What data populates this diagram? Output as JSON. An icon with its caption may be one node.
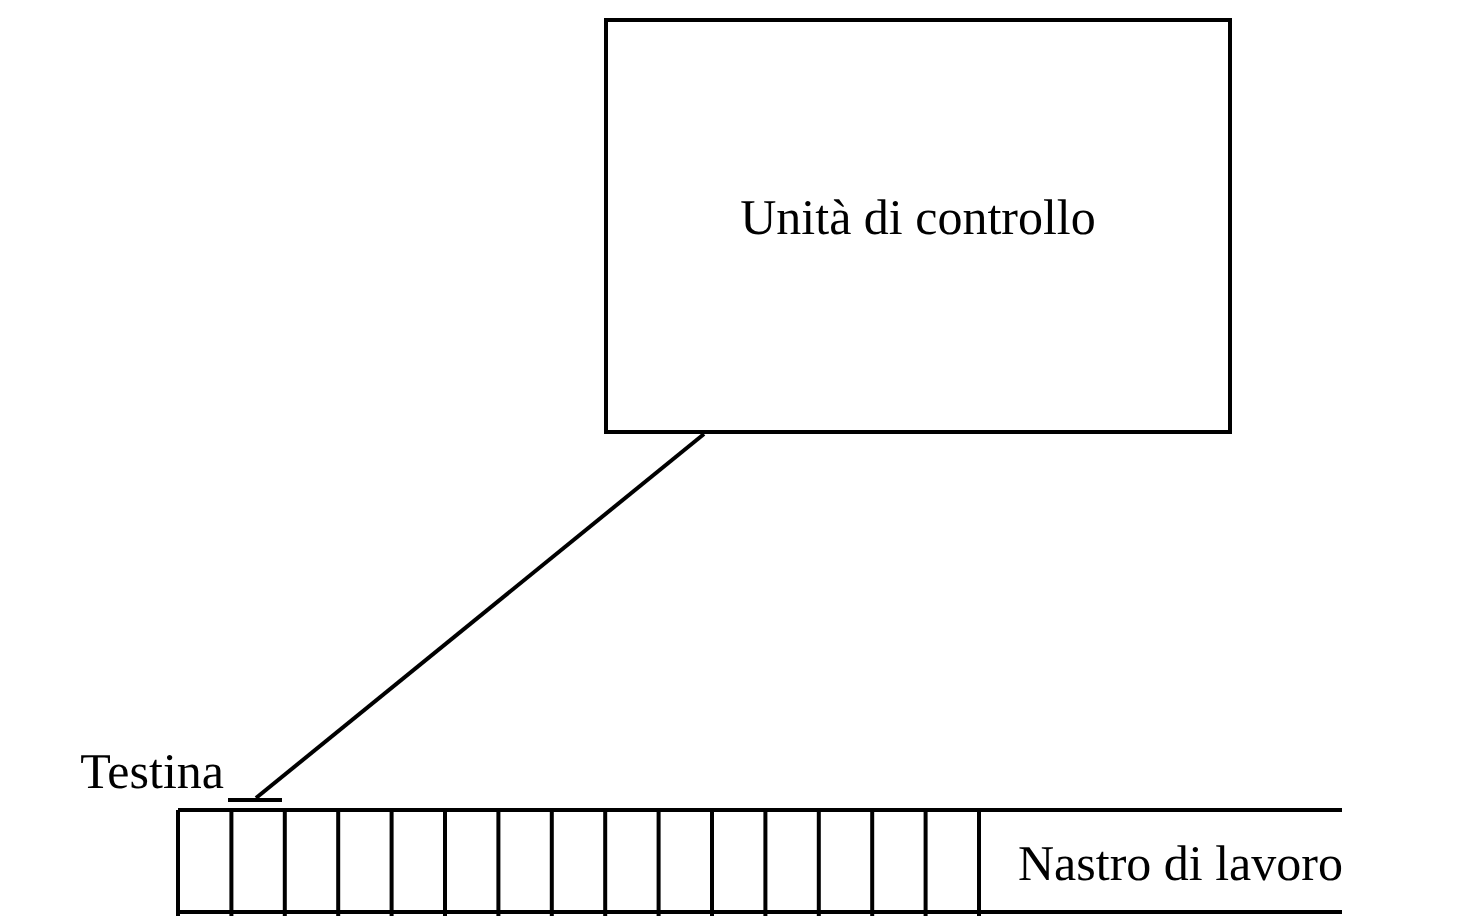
{
  "diagram": {
    "nodes": [
      {
        "text": [
          "Unità di controllo"
        ]
      },
      {
        "text": [],
        "shape": "bar",
        "beside": [
          "Testina"
        ]
      },
      {
        "text": [
          "Nastro di lavoro"
        ]
      }
    ],
    "edges": [
      {
        "from": 0,
        "to": 1,
        "arrow": "none"
      }
    ]
  }
}
